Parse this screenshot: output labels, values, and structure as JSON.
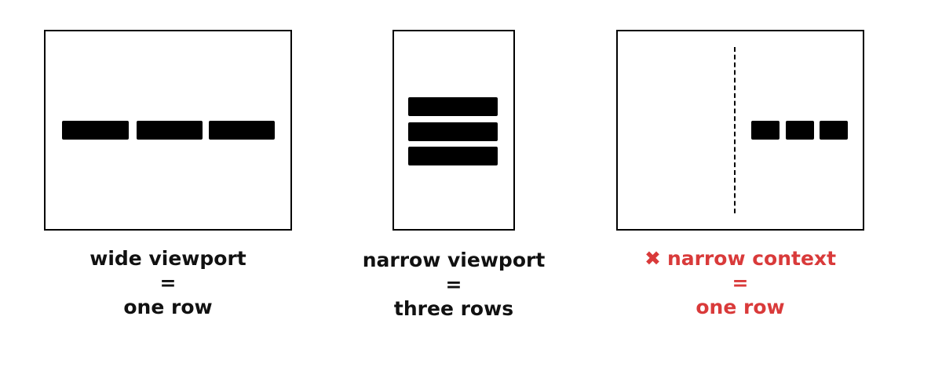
{
  "colors": {
    "block": "#000000",
    "text_default": "#111111",
    "text_error": "#d93a3a"
  },
  "panels": [
    {
      "id": "wide-viewport",
      "caption": {
        "line1": "wide viewport",
        "line2": "=",
        "line3": "one row"
      }
    },
    {
      "id": "narrow-viewport",
      "caption": {
        "line1": "narrow viewport",
        "line2": "=",
        "line3": "three rows"
      }
    },
    {
      "id": "narrow-context",
      "caption": {
        "mark": "✖",
        "mark_icon": "x-mark-icon",
        "line1": "narrow context",
        "line2": "=",
        "line3": "one row"
      }
    }
  ]
}
